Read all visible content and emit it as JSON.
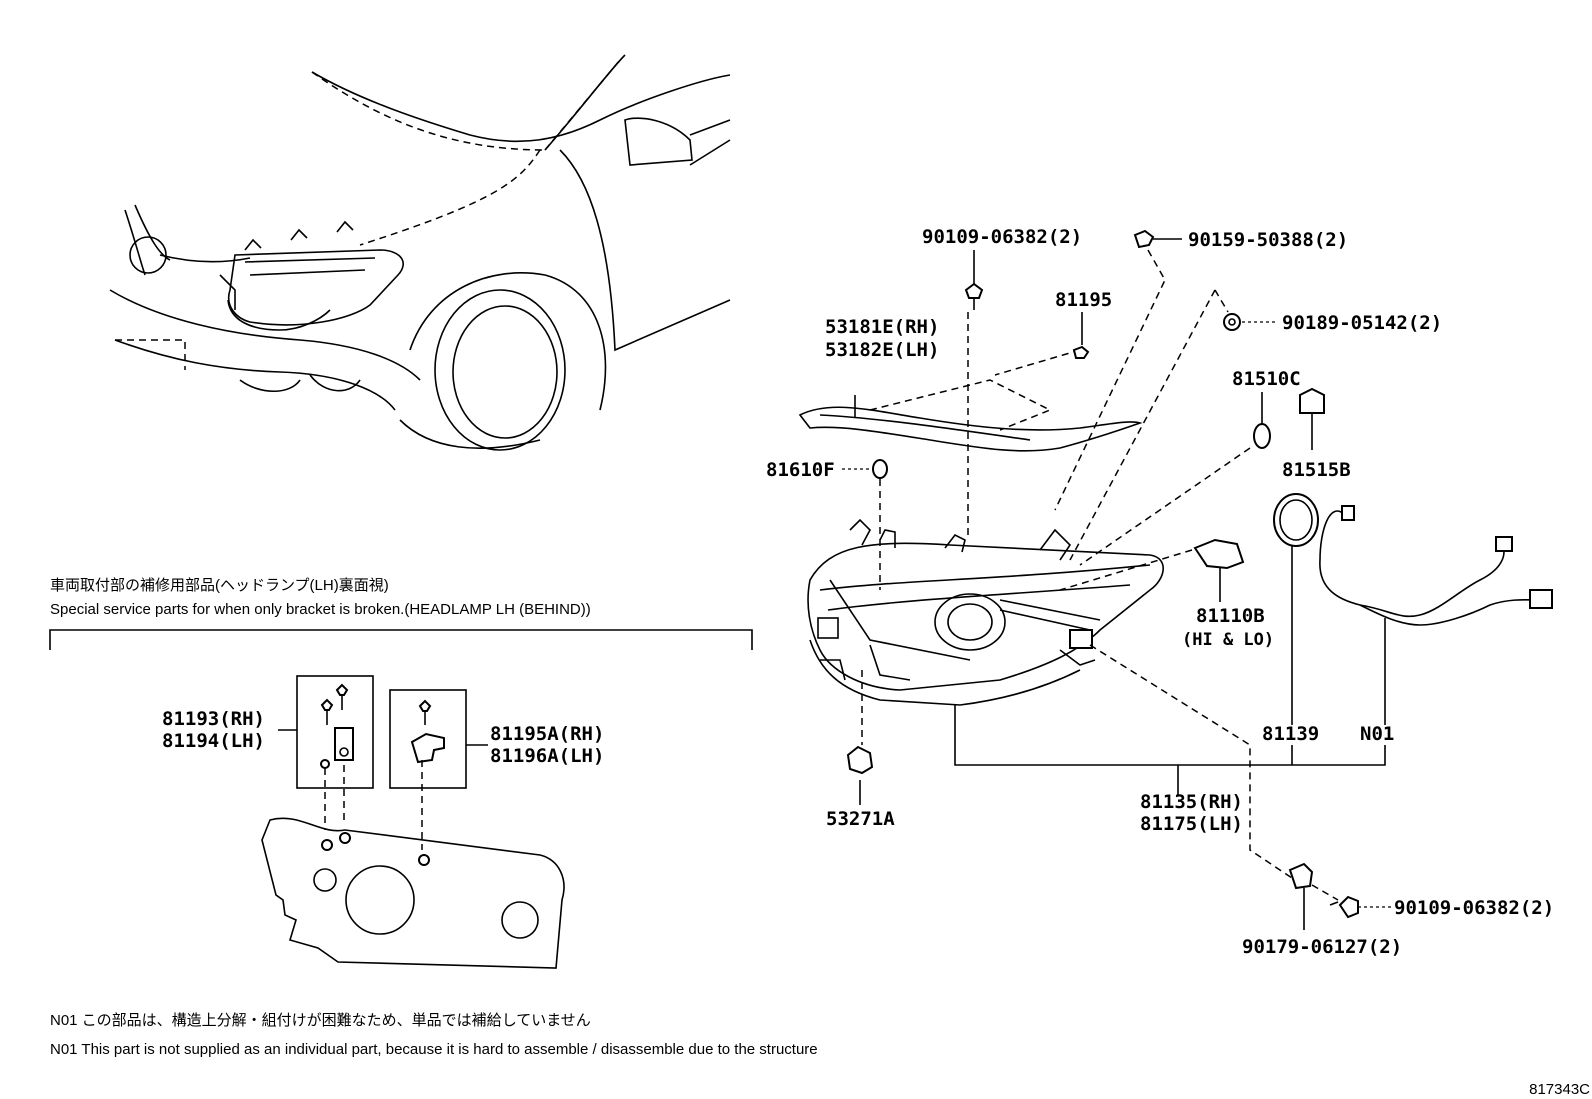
{
  "labels": {
    "p90109_top": "90109-06382(2)",
    "p90159": "90159-50388(2)",
    "p90189": "90189-05142(2)",
    "p81195": "81195",
    "p53181": "53181E(RH)",
    "p53182": "53182E(LH)",
    "p81510": "81510C",
    "p81515": "81515B",
    "p81610": "81610F",
    "p81110": "81110B",
    "p81110_note": "(HI & LO)",
    "p81139": "81139",
    "pN01": "N01",
    "p81135": "81135(RH)",
    "p81175": "81175(LH)",
    "p53271": "53271A",
    "p90109_bot": "90109-06382(2)",
    "p90179": "90179-06127(2)",
    "p81193": "81193(RH)",
    "p81194": "81194(LH)",
    "p81195A": "81195A(RH)",
    "p81196A": "81196A(LH)"
  },
  "notes": {
    "special_jp": "車両取付部の補修用部品(ヘッドランプ(LH)裏面視)",
    "special_en": "Special service parts for when only bracket is broken.(HEADLAMP LH (BEHIND))",
    "n01_jp": "N01 この部品は、構造上分解・組付けが困難なため、単品では補給していません",
    "n01_en": "N01 This part is not supplied as an individual part, because it is hard to assemble / disassemble due to the structure"
  },
  "illustration_code": "817343C"
}
